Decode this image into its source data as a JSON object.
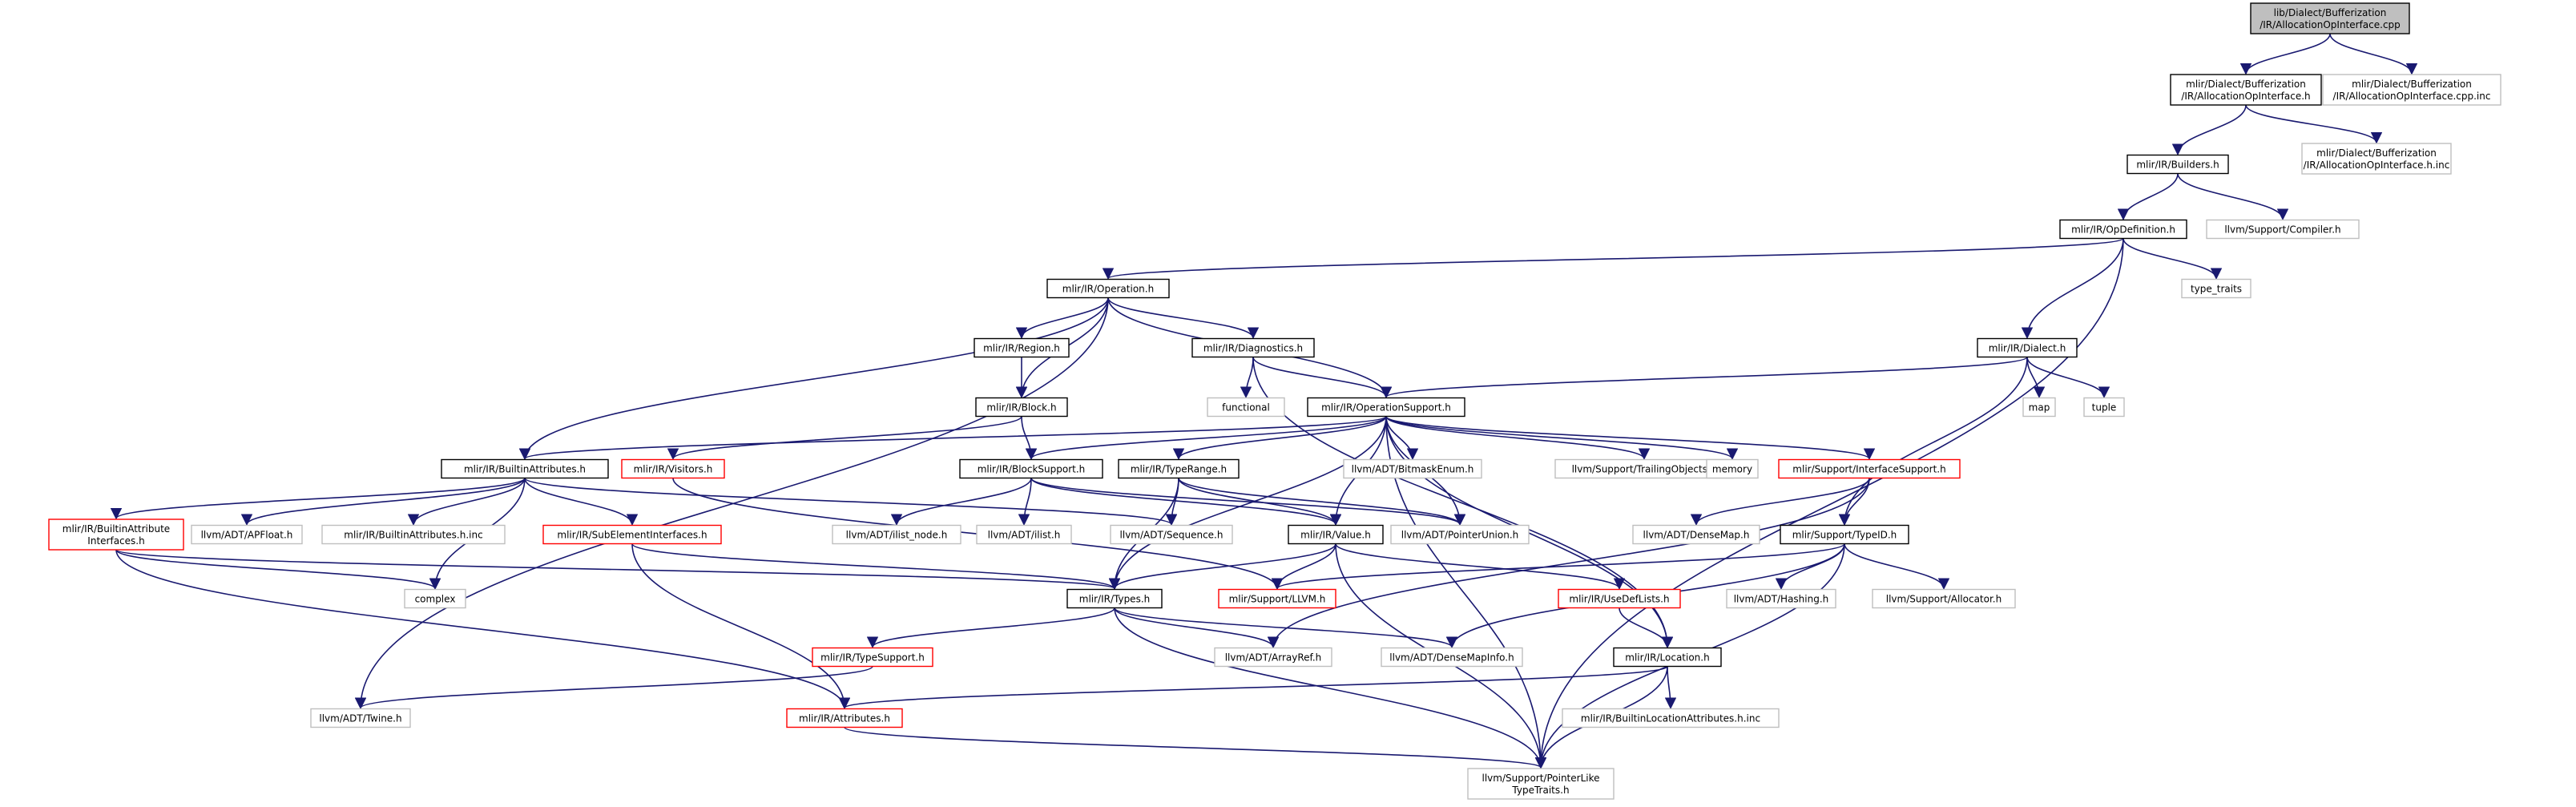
{
  "colors": {
    "edge": "#191970",
    "root_fill": "#bfbfbf",
    "root_border": "#000000",
    "normal_border": "#000000",
    "truncated_border": "#ff0000",
    "external_border": "#bfbfbf",
    "external_text": "#808080"
  },
  "nodes": [
    {
      "id": "root",
      "kind": "root",
      "lines": [
        "lib/Dialect/Bufferization",
        "/IR/AllocationOpInterface.cpp"
      ]
    },
    {
      "id": "aoi_h",
      "kind": "normal",
      "lines": [
        "mlir/Dialect/Bufferization",
        "/IR/AllocationOpInterface.h"
      ]
    },
    {
      "id": "aoi_cpp_inc",
      "kind": "external",
      "lines": [
        "mlir/Dialect/Bufferization",
        "/IR/AllocationOpInterface.cpp.inc"
      ]
    },
    {
      "id": "aoi_h_inc",
      "kind": "external",
      "lines": [
        "mlir/Dialect/Bufferization",
        "/IR/AllocationOpInterface.h.inc"
      ]
    },
    {
      "id": "builders",
      "kind": "normal",
      "lines": [
        "mlir/IR/Builders.h"
      ]
    },
    {
      "id": "compiler",
      "kind": "external",
      "lines": [
        "llvm/Support/Compiler.h"
      ]
    },
    {
      "id": "opdef",
      "kind": "normal",
      "lines": [
        "mlir/IR/OpDefinition.h"
      ]
    },
    {
      "id": "type_traits",
      "kind": "external",
      "lines": [
        "type_traits"
      ]
    },
    {
      "id": "operation",
      "kind": "normal",
      "lines": [
        "mlir/IR/Operation.h"
      ]
    },
    {
      "id": "dialect",
      "kind": "normal",
      "lines": [
        "mlir/IR/Dialect.h"
      ]
    },
    {
      "id": "region",
      "kind": "normal",
      "lines": [
        "mlir/IR/Region.h"
      ]
    },
    {
      "id": "diagnostics",
      "kind": "normal",
      "lines": [
        "mlir/IR/Diagnostics.h"
      ]
    },
    {
      "id": "map",
      "kind": "external",
      "lines": [
        "map"
      ]
    },
    {
      "id": "tuple",
      "kind": "external",
      "lines": [
        "tuple"
      ]
    },
    {
      "id": "block",
      "kind": "normal",
      "lines": [
        "mlir/IR/Block.h"
      ]
    },
    {
      "id": "functional",
      "kind": "external",
      "lines": [
        "functional"
      ]
    },
    {
      "id": "opsupport",
      "kind": "normal",
      "lines": [
        "mlir/IR/OperationSupport.h"
      ]
    },
    {
      "id": "builtinattr",
      "kind": "normal",
      "lines": [
        "mlir/IR/BuiltinAttributes.h"
      ]
    },
    {
      "id": "visitors",
      "kind": "truncated",
      "lines": [
        "mlir/IR/Visitors.h"
      ]
    },
    {
      "id": "blocksupport",
      "kind": "normal",
      "lines": [
        "mlir/IR/BlockSupport.h"
      ]
    },
    {
      "id": "typerange",
      "kind": "normal",
      "lines": [
        "mlir/IR/TypeRange.h"
      ]
    },
    {
      "id": "bitmaskenum",
      "kind": "external",
      "lines": [
        "llvm/ADT/BitmaskEnum.h"
      ]
    },
    {
      "id": "trailingobj",
      "kind": "external",
      "lines": [
        "llvm/Support/TrailingObjects.h"
      ]
    },
    {
      "id": "memory",
      "kind": "external",
      "lines": [
        "memory"
      ]
    },
    {
      "id": "ifacesupport",
      "kind": "truncated",
      "lines": [
        "mlir/Support/InterfaceSupport.h"
      ]
    },
    {
      "id": "batif",
      "kind": "truncated",
      "lines": [
        "mlir/IR/BuiltinAttribute",
        "Interfaces.h"
      ]
    },
    {
      "id": "apfloat",
      "kind": "external",
      "lines": [
        "llvm/ADT/APFloat.h"
      ]
    },
    {
      "id": "battr_inc",
      "kind": "external",
      "lines": [
        "mlir/IR/BuiltinAttributes.h.inc"
      ]
    },
    {
      "id": "subelem",
      "kind": "truncated",
      "lines": [
        "mlir/IR/SubElementInterfaces.h"
      ]
    },
    {
      "id": "ilist_node",
      "kind": "external",
      "lines": [
        "llvm/ADT/ilist_node.h"
      ]
    },
    {
      "id": "ilist",
      "kind": "external",
      "lines": [
        "llvm/ADT/ilist.h"
      ]
    },
    {
      "id": "sequence",
      "kind": "external",
      "lines": [
        "llvm/ADT/Sequence.h"
      ]
    },
    {
      "id": "value",
      "kind": "normal",
      "lines": [
        "mlir/IR/Value.h"
      ]
    },
    {
      "id": "ptrunion",
      "kind": "external",
      "lines": [
        "llvm/ADT/PointerUnion.h"
      ]
    },
    {
      "id": "densemap",
      "kind": "external",
      "lines": [
        "llvm/ADT/DenseMap.h"
      ]
    },
    {
      "id": "typeid",
      "kind": "normal",
      "lines": [
        "mlir/Support/TypeID.h"
      ]
    },
    {
      "id": "complex",
      "kind": "external",
      "lines": [
        "complex"
      ]
    },
    {
      "id": "types",
      "kind": "normal",
      "lines": [
        "mlir/IR/Types.h"
      ]
    },
    {
      "id": "llvmh",
      "kind": "truncated",
      "lines": [
        "mlir/Support/LLVM.h"
      ]
    },
    {
      "id": "usedeflists",
      "kind": "truncated",
      "lines": [
        "mlir/IR/UseDefLists.h"
      ]
    },
    {
      "id": "hashing",
      "kind": "external",
      "lines": [
        "llvm/ADT/Hashing.h"
      ]
    },
    {
      "id": "allocator",
      "kind": "external",
      "lines": [
        "llvm/Support/Allocator.h"
      ]
    },
    {
      "id": "typesupport",
      "kind": "truncated",
      "lines": [
        "mlir/IR/TypeSupport.h"
      ]
    },
    {
      "id": "arrayref",
      "kind": "external",
      "lines": [
        "llvm/ADT/ArrayRef.h"
      ]
    },
    {
      "id": "densemapinfo",
      "kind": "external",
      "lines": [
        "llvm/ADT/DenseMapInfo.h"
      ]
    },
    {
      "id": "location",
      "kind": "normal",
      "lines": [
        "mlir/IR/Location.h"
      ]
    },
    {
      "id": "twine",
      "kind": "external",
      "lines": [
        "llvm/ADT/Twine.h"
      ]
    },
    {
      "id": "attributes",
      "kind": "truncated",
      "lines": [
        "mlir/IR/Attributes.h"
      ]
    },
    {
      "id": "bloc_inc",
      "kind": "external",
      "lines": [
        "mlir/IR/BuiltinLocationAttributes.h.inc"
      ]
    },
    {
      "id": "ptrlike",
      "kind": "external",
      "lines": [
        "llvm/Support/PointerLike",
        "TypeTraits.h"
      ]
    }
  ],
  "edges": [
    [
      "root",
      "aoi_h"
    ],
    [
      "root",
      "aoi_cpp_inc"
    ],
    [
      "aoi_h",
      "builders"
    ],
    [
      "aoi_h",
      "aoi_h_inc"
    ],
    [
      "builders",
      "opdef"
    ],
    [
      "builders",
      "compiler"
    ],
    [
      "opdef",
      "operation"
    ],
    [
      "opdef",
      "dialect"
    ],
    [
      "opdef",
      "type_traits"
    ],
    [
      "opdef",
      "ptrlike"
    ],
    [
      "operation",
      "region"
    ],
    [
      "operation",
      "block"
    ],
    [
      "operation",
      "diagnostics"
    ],
    [
      "operation",
      "opsupport"
    ],
    [
      "operation",
      "builtinattr"
    ],
    [
      "operation",
      "twine"
    ],
    [
      "region",
      "block"
    ],
    [
      "diagnostics",
      "functional"
    ],
    [
      "diagnostics",
      "opsupport"
    ],
    [
      "diagnostics",
      "location"
    ],
    [
      "dialect",
      "opsupport"
    ],
    [
      "dialect",
      "map"
    ],
    [
      "dialect",
      "tuple"
    ],
    [
      "dialect",
      "typeid"
    ],
    [
      "block",
      "blocksupport"
    ],
    [
      "block",
      "visitors"
    ],
    [
      "opsupport",
      "builtinattr"
    ],
    [
      "opsupport",
      "blocksupport"
    ],
    [
      "opsupport",
      "typerange"
    ],
    [
      "opsupport",
      "bitmaskenum"
    ],
    [
      "opsupport",
      "trailingobj"
    ],
    [
      "opsupport",
      "memory"
    ],
    [
      "opsupport",
      "ifacesupport"
    ],
    [
      "opsupport",
      "value"
    ],
    [
      "opsupport",
      "ptrunion"
    ],
    [
      "opsupport",
      "types"
    ],
    [
      "opsupport",
      "location"
    ],
    [
      "opsupport",
      "ptrlike"
    ],
    [
      "builtinattr",
      "batif"
    ],
    [
      "builtinattr",
      "apfloat"
    ],
    [
      "builtinattr",
      "battr_inc"
    ],
    [
      "builtinattr",
      "subelem"
    ],
    [
      "builtinattr",
      "complex"
    ],
    [
      "builtinattr",
      "sequence"
    ],
    [
      "visitors",
      "llvmh"
    ],
    [
      "blocksupport",
      "ilist_node"
    ],
    [
      "blocksupport",
      "ilist"
    ],
    [
      "blocksupport",
      "value"
    ],
    [
      "blocksupport",
      "ptrunion"
    ],
    [
      "typerange",
      "sequence"
    ],
    [
      "typerange",
      "value"
    ],
    [
      "typerange",
      "ptrunion"
    ],
    [
      "typerange",
      "types"
    ],
    [
      "ifacesupport",
      "typeid"
    ],
    [
      "ifacesupport",
      "densemap"
    ],
    [
      "ifacesupport",
      "arrayref"
    ],
    [
      "batif",
      "complex"
    ],
    [
      "batif",
      "attributes"
    ],
    [
      "batif",
      "types"
    ],
    [
      "subelem",
      "types"
    ],
    [
      "subelem",
      "attributes"
    ],
    [
      "value",
      "types"
    ],
    [
      "value",
      "llvmh"
    ],
    [
      "value",
      "usedeflists"
    ],
    [
      "value",
      "ptrlike"
    ],
    [
      "typeid",
      "llvmh"
    ],
    [
      "typeid",
      "hashing"
    ],
    [
      "typeid",
      "allocator"
    ],
    [
      "typeid",
      "densemapinfo"
    ],
    [
      "typeid",
      "ptrlike"
    ],
    [
      "types",
      "typesupport"
    ],
    [
      "types",
      "arrayref"
    ],
    [
      "types",
      "densemapinfo"
    ],
    [
      "types",
      "ptrlike"
    ],
    [
      "usedeflists",
      "location"
    ],
    [
      "typesupport",
      "twine"
    ],
    [
      "location",
      "attributes"
    ],
    [
      "location",
      "bloc_inc"
    ],
    [
      "location",
      "ptrlike"
    ],
    [
      "attributes",
      "ptrlike"
    ]
  ]
}
